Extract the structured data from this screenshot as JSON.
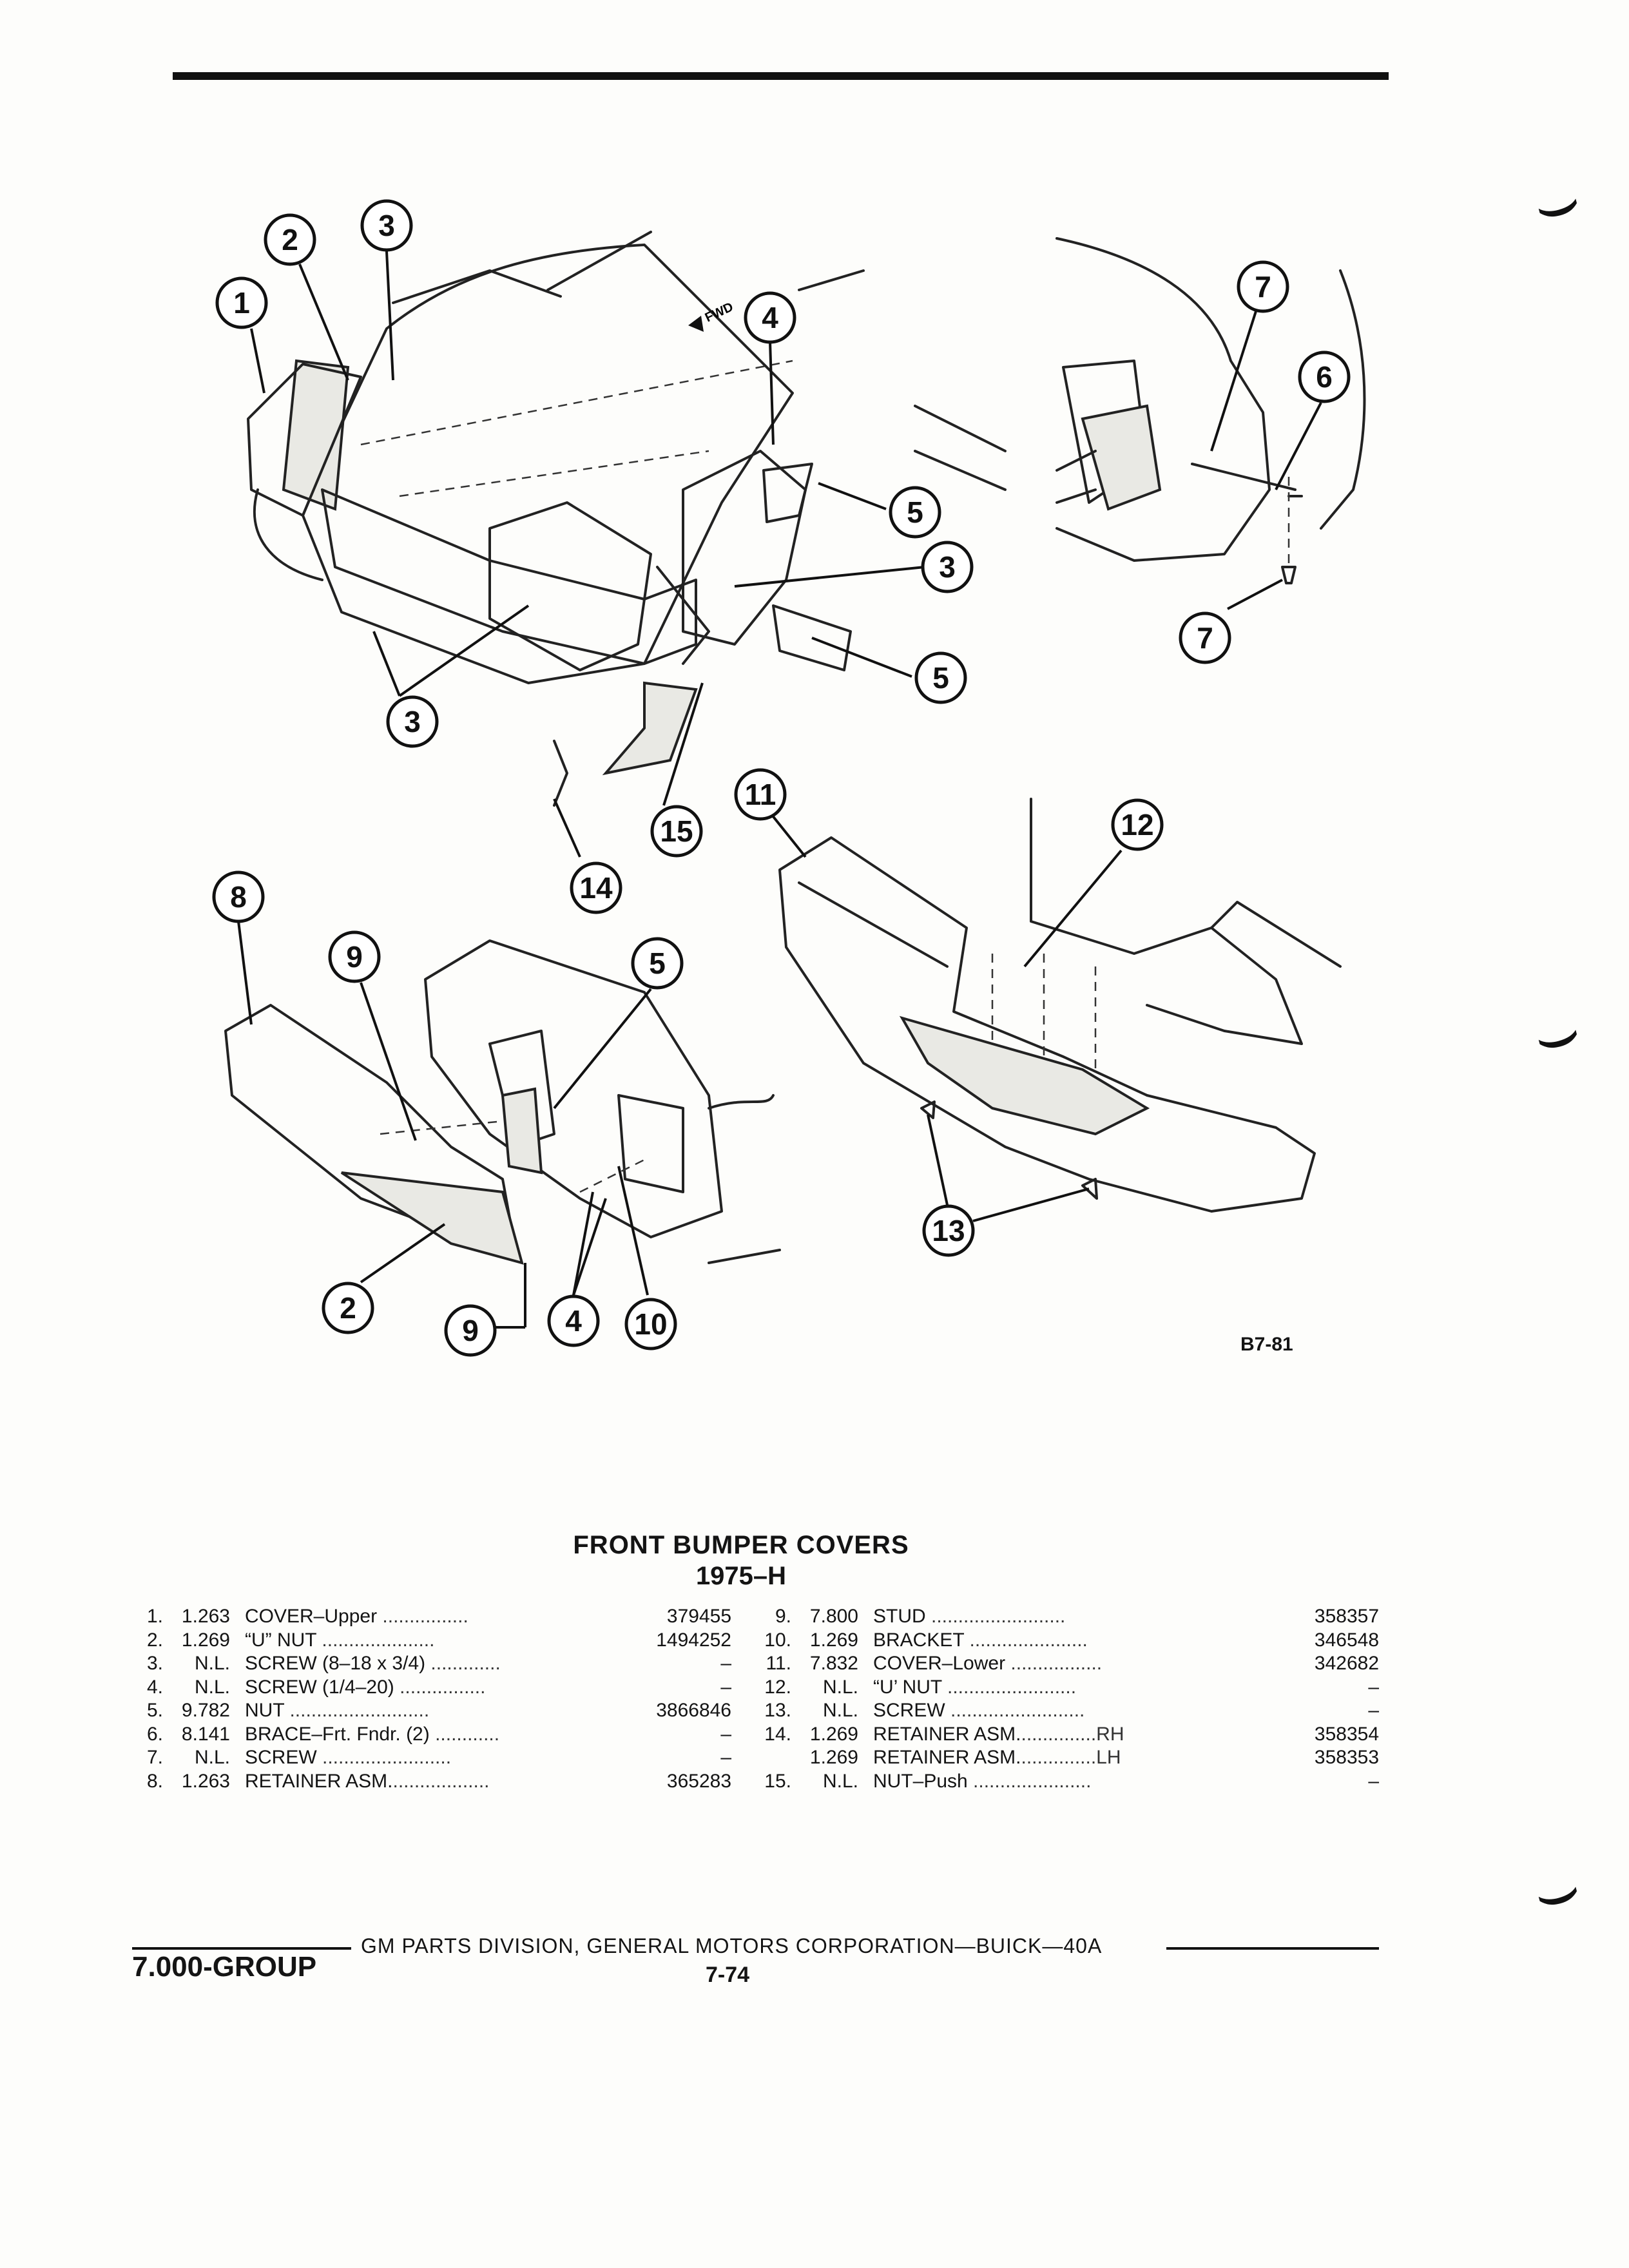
{
  "figure_id": "B7-81",
  "fwd_label": "FWD",
  "title": "FRONT BUMPER COVERS",
  "subtitle": "1975–H",
  "callouts": [
    "1",
    "2",
    "3",
    "4",
    "5",
    "6",
    "7",
    "8",
    "9",
    "10",
    "11",
    "12",
    "13",
    "14",
    "15"
  ],
  "parts_left": [
    {
      "num": "1.",
      "code": "1.263",
      "desc": "COVER–Upper",
      "dots": " ................",
      "pn": "379455"
    },
    {
      "num": "2.",
      "code": "1.269",
      "desc": "“U” NUT",
      "dots": " .....................",
      "pn": "1494252"
    },
    {
      "num": "3.",
      "code": "N.L.",
      "desc": "SCREW (8–18 x 3/4)",
      "dots": " .............",
      "pn": "–"
    },
    {
      "num": "4.",
      "code": "N.L.",
      "desc": "SCREW (1/4–20)",
      "dots": " ................",
      "pn": "–"
    },
    {
      "num": "5.",
      "code": "9.782",
      "desc": "NUT",
      "dots": " ..........................",
      "pn": "3866846"
    },
    {
      "num": "6.",
      "code": "8.141",
      "desc": "BRACE–Frt. Fndr. (2)",
      "dots": " ............",
      "pn": "–"
    },
    {
      "num": "7.",
      "code": "N.L.",
      "desc": "SCREW",
      "dots": " ........................",
      "pn": "–"
    },
    {
      "num": "8.",
      "code": "1.263",
      "desc": "RETAINER ASM.",
      "dots": "..................",
      "pn": "365283"
    }
  ],
  "parts_right": [
    {
      "num": "9.",
      "code": "7.800",
      "desc": "STUD",
      "dots": " .........................",
      "pn": "358357"
    },
    {
      "num": "10.",
      "code": "1.269",
      "desc": "BRACKET",
      "dots": " ......................",
      "pn": "346548"
    },
    {
      "num": "11.",
      "code": "7.832",
      "desc": "COVER–Lower",
      "dots": " .................",
      "pn": "342682"
    },
    {
      "num": "12.",
      "code": "N.L.",
      "desc": "“U’ NUT",
      "dots": " ........................",
      "pn": "–"
    },
    {
      "num": "13.",
      "code": "N.L.",
      "desc": "SCREW",
      "dots": " .........................",
      "pn": "–"
    },
    {
      "num": "14.",
      "code": "1.269",
      "desc": "RETAINER ASM.",
      "dots": "..............RH",
      "pn": "358354"
    },
    {
      "num": "",
      "code": "1.269",
      "desc": "RETAINER ASM.",
      "dots": "..............LH",
      "pn": "358353"
    },
    {
      "num": "15.",
      "code": "N.L.",
      "desc": "NUT–Push",
      "dots": " ......................",
      "pn": "–"
    }
  ],
  "footer": {
    "group": "7.000-GROUP",
    "text": "GM PARTS DIVISION, GENERAL MOTORS CORPORATION—BUICK—40A",
    "page": "7-74"
  }
}
